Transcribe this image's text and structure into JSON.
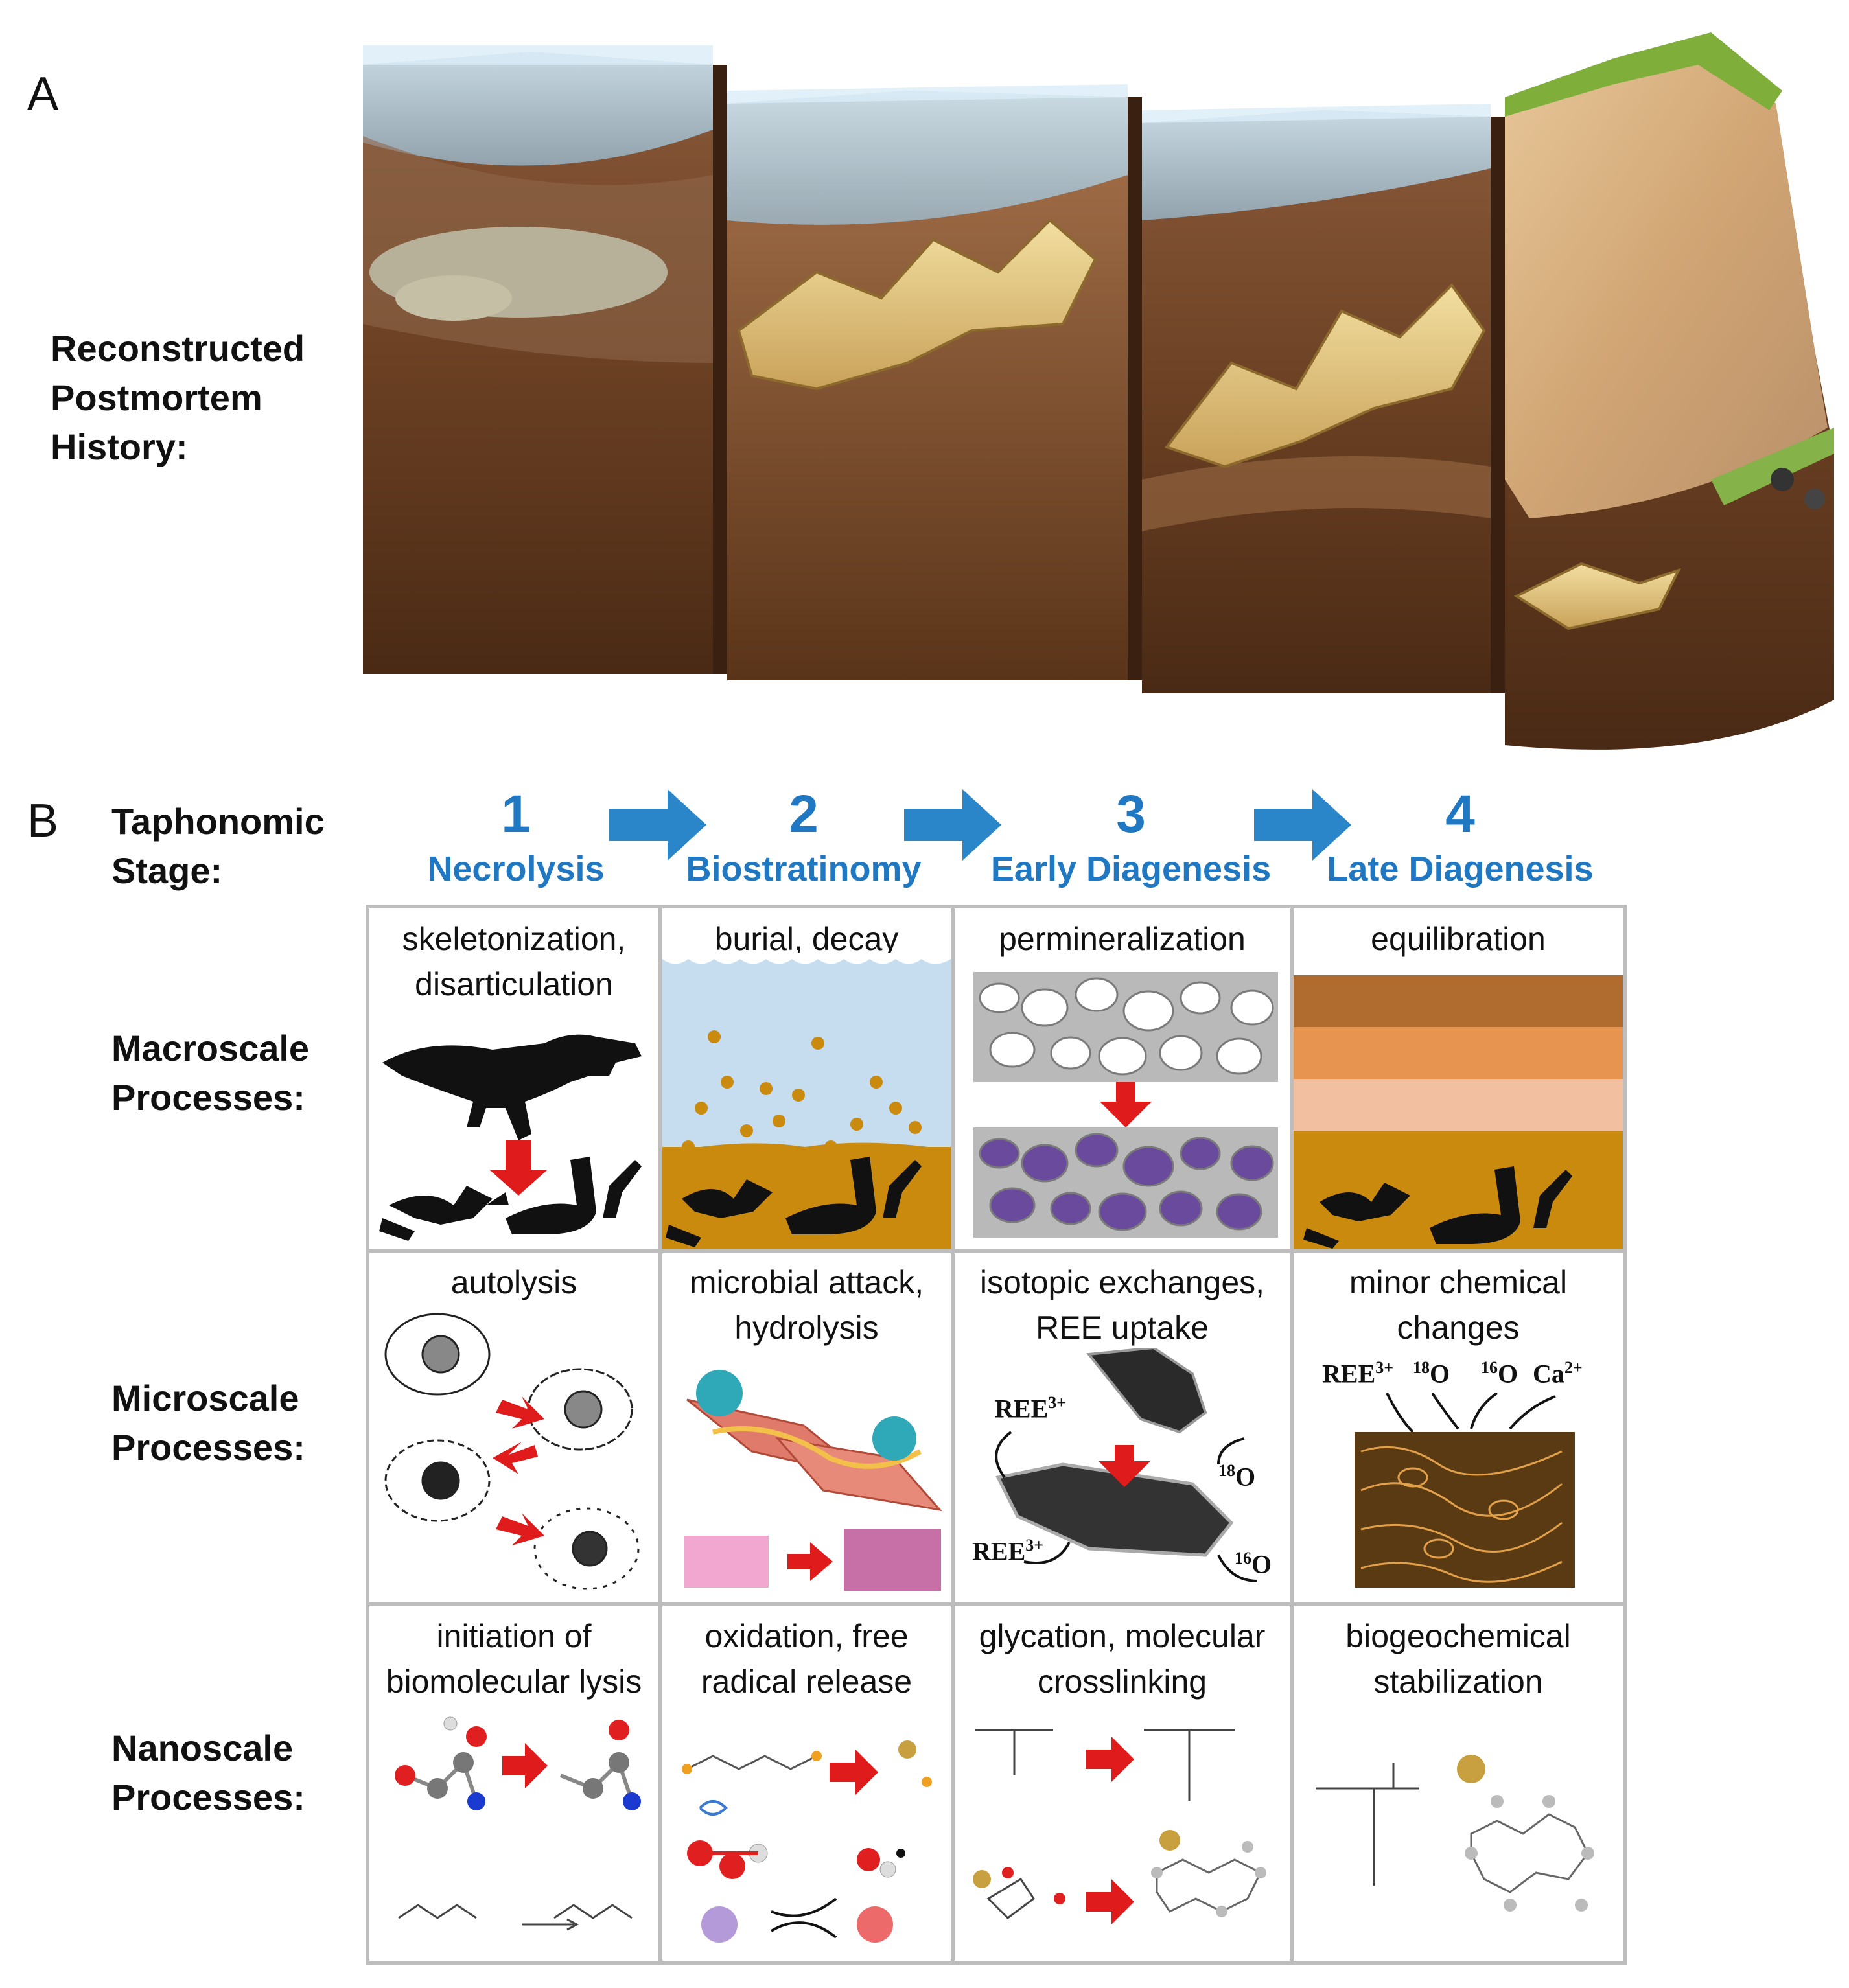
{
  "panel_a": {
    "letter": "A",
    "row_label": "Reconstructed\nPostmortem\nHistory:"
  },
  "panel_b": {
    "letter": "B",
    "stage_label": "Taphonomic\nStage:",
    "stages": [
      {
        "number": "1",
        "name": "Necrolysis"
      },
      {
        "number": "2",
        "name": "Biostratinomy"
      },
      {
        "number": "3",
        "name": "Early Diagenesis"
      },
      {
        "number": "4",
        "name": "Late Diagenesis"
      }
    ],
    "rows": [
      {
        "label": "Macroscale\nProcesses:",
        "cells": [
          "skeletonization,\ndisarticulation",
          "burial, decay",
          "permineralization",
          "equilibration"
        ]
      },
      {
        "label": "Microscale\nProcesses:",
        "cells": [
          "autolysis",
          "microbial attack,\nhydrolysis",
          "isotopic exchanges,\nREE uptake",
          "minor chemical\nchanges"
        ]
      },
      {
        "label": "Nanoscale\nProcesses:",
        "cells": [
          "initiation of\nbiomolecular lysis",
          "oxidation, free\nradical release",
          "glycation, molecular\ncrosslinking",
          "biogeochemical\nstabilization"
        ]
      }
    ],
    "chem_labels": {
      "ree": "REE",
      "ree_charge": "3+",
      "o18_mass": "18",
      "o16_mass": "16",
      "o": "O",
      "ca": "Ca",
      "ca_charge": "2+"
    }
  },
  "colors": {
    "stage_blue": "#1f78c1",
    "arrow_red": "#e01b1b",
    "sediment_ochre": "#c98a0e",
    "water_blue": "#c6dcef",
    "strata": [
      "#b06b2e",
      "#e6944f",
      "#f2c0a0",
      "#c98a0e"
    ],
    "grid": "#bdbdbd"
  }
}
